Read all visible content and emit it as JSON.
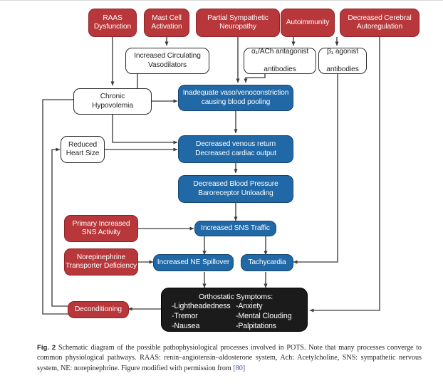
{
  "figure": {
    "nodes": {
      "raas_dysfunction": "RAAS\nDysfunction",
      "mast_cell_activation": "Mast Cell\nActivation",
      "partial_sympathetic_neuropathy": "Partial Sympathetic\nNeuropathy",
      "autoimmunity": "Autoimmunity",
      "decreased_cerebral_autoregulation": "Decreased Cerebral\nAutoregulation",
      "increased_circulating_vasodilators": "Increased Circulating\nVasodilators",
      "alpha1_ach_antibodies_line1": "α₁/ACh antagonist",
      "alpha1_ach_antibodies_line2": "antibodies",
      "beta1_antibodies_line1": "β₁ agonist",
      "beta1_antibodies_line2": "antibodies",
      "chronic_hypovolemia": "Chronic\nHypovolemia",
      "inadequate_vasoconstriction": "Inadequate vaso/venoconstriction\ncausing blood pooling",
      "reduced_heart_size": "Reduced\nHeart Size",
      "decreased_venous_return": "Decreased venous return\nDecreased cardiac output",
      "decreased_blood_pressure": "Decreased Blood Pressure\nBaroreceptor Unloading",
      "primary_increased_sns_activity": "Primary Increased\nSNS Activity",
      "increased_sns_traffic": "Increased SNS Traffic",
      "norepinephrine_transporter_deficiency": "Norepinephrine\nTransporter Deficiency",
      "increased_ne_spillover": "Increased NE Spillover",
      "tachycardia": "Tachycardia",
      "deconditioning": "Deconditioning"
    },
    "orthostatic_symptoms": {
      "title": "Orthostatic Symptoms:",
      "left_column": [
        "-Lightheadedness",
        "-Tremor",
        "-Nausea"
      ],
      "right_column": [
        "-Anxiety",
        "-Mental Clouding",
        "-Palpitations"
      ]
    },
    "colors": {
      "red_fill": "#b7373a",
      "red_border": "#8f2326",
      "blue_fill": "#2168a6",
      "blue_border": "#16466f",
      "white_fill": "#ffffff",
      "outline": "#2b2b2b",
      "black_fill": "#1b1b1b",
      "arrow": "#3b3b3b",
      "reference_link": "#3b4fa0"
    }
  },
  "caption": {
    "label": "Fig. 2",
    "text_before_ref": "Schematic diagram of the possible pathophysiological processes involved in POTS. Note that many processes converge to common physiological pathways. RAAS: renin–angiotensin–aldosterone system, Ach: Acetylcholine, SNS: sympathetic nervous system, NE: norepinephrine. Figure modified with permission from ",
    "reference": "[80]"
  }
}
